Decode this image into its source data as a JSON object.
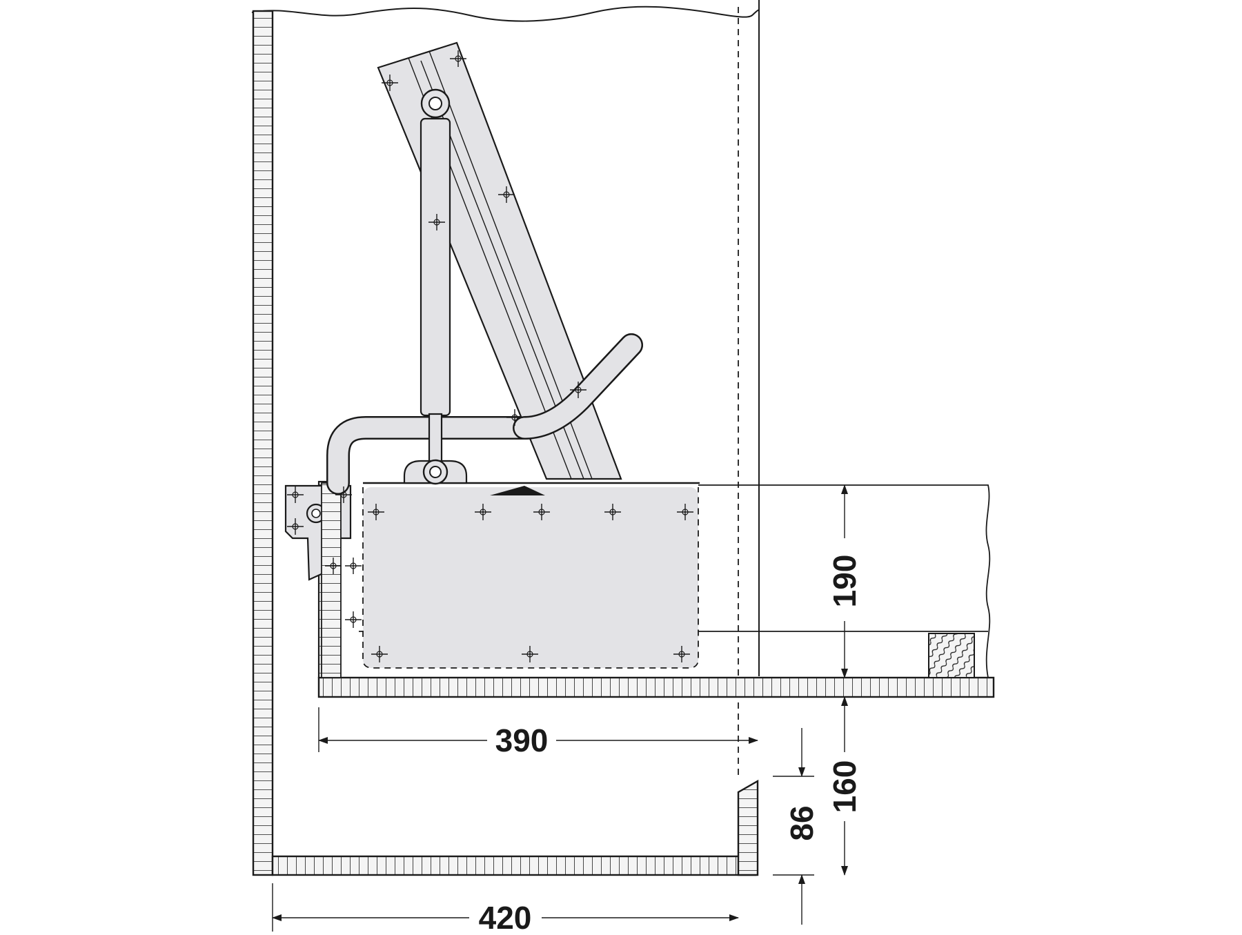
{
  "dimensions": {
    "cabinet_depth": "420",
    "shelf_depth": "390",
    "mechanism_height": "190",
    "floor_to_shelf": "160",
    "plinth_height": "86"
  }
}
